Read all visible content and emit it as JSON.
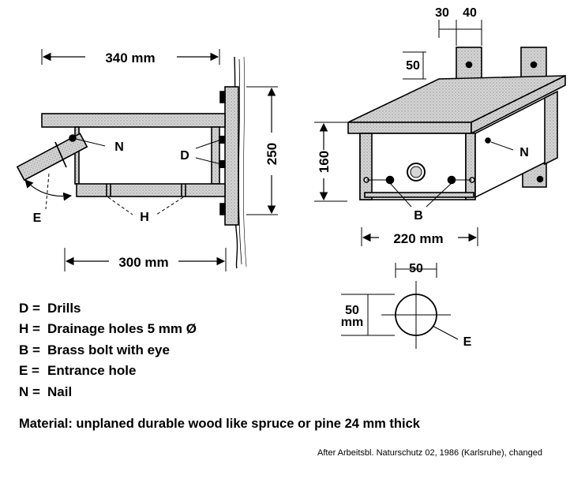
{
  "dimensions": {
    "length_top": "340 mm",
    "length_bottom": "300 mm",
    "height_back": "250",
    "front_height": "160",
    "width": "220 mm",
    "hole_diam_h": "50",
    "hole_diam_v": "50",
    "hole_unit": "mm",
    "bracket_offset": "30",
    "bracket_width": "40",
    "bracket_height": "50"
  },
  "labels": {
    "drill": "D",
    "nail_side": "N",
    "nail_front": "N",
    "entrance_side": "E",
    "entrance_hole": "E",
    "drainage": "H",
    "bolt": "B"
  },
  "legend": [
    {
      "key": "D =",
      "text": "Drills"
    },
    {
      "key": "H =",
      "text": "Drainage holes 5 mm Ø"
    },
    {
      "key": "B =",
      "text": "Brass bolt with eye"
    },
    {
      "key": "E =",
      "text": "Entrance hole"
    },
    {
      "key": "N =",
      "text": "Nail"
    }
  ],
  "material": "Material: unplaned durable wood like spruce or pine 24 mm thick",
  "source": "After Arbeitsbl. Naturschutz 02, 1986 (Karlsruhe), changed"
}
